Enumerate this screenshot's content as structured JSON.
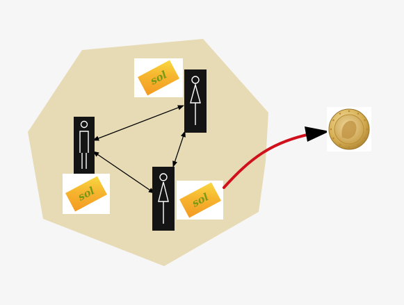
{
  "colors": {
    "background": "#f6f6f6",
    "community_region": "#e7dbb6",
    "person_badge": "#141414",
    "card_orange": "#f2a12a",
    "card_yellow": "#f7cf3b",
    "card_text": "#7a9a17",
    "exchange_arrow": "#d0111b",
    "coin_gold": "#d3a94a"
  },
  "community": {
    "people": [
      {
        "name": "person-top-right",
        "icon": "woman-icon"
      },
      {
        "name": "person-left",
        "icon": "man-icon"
      },
      {
        "name": "person-bottom",
        "icon": "woman-icon"
      }
    ],
    "cards": [
      {
        "name": "sol-card-top",
        "label": "sol"
      },
      {
        "name": "sol-card-left",
        "label": "sol"
      },
      {
        "name": "sol-card-bottom",
        "label": "sol"
      }
    ],
    "links": [
      {
        "name": "link-left-to-top-right",
        "type": "bidirectional-arrow"
      },
      {
        "name": "link-left-to-bottom",
        "type": "bidirectional-arrow"
      },
      {
        "name": "link-bottom-to-top-right",
        "type": "bidirectional-arrow"
      }
    ]
  },
  "exchange": {
    "arrow": "curved-arrow",
    "target_icon": "euro-coin-icon"
  }
}
